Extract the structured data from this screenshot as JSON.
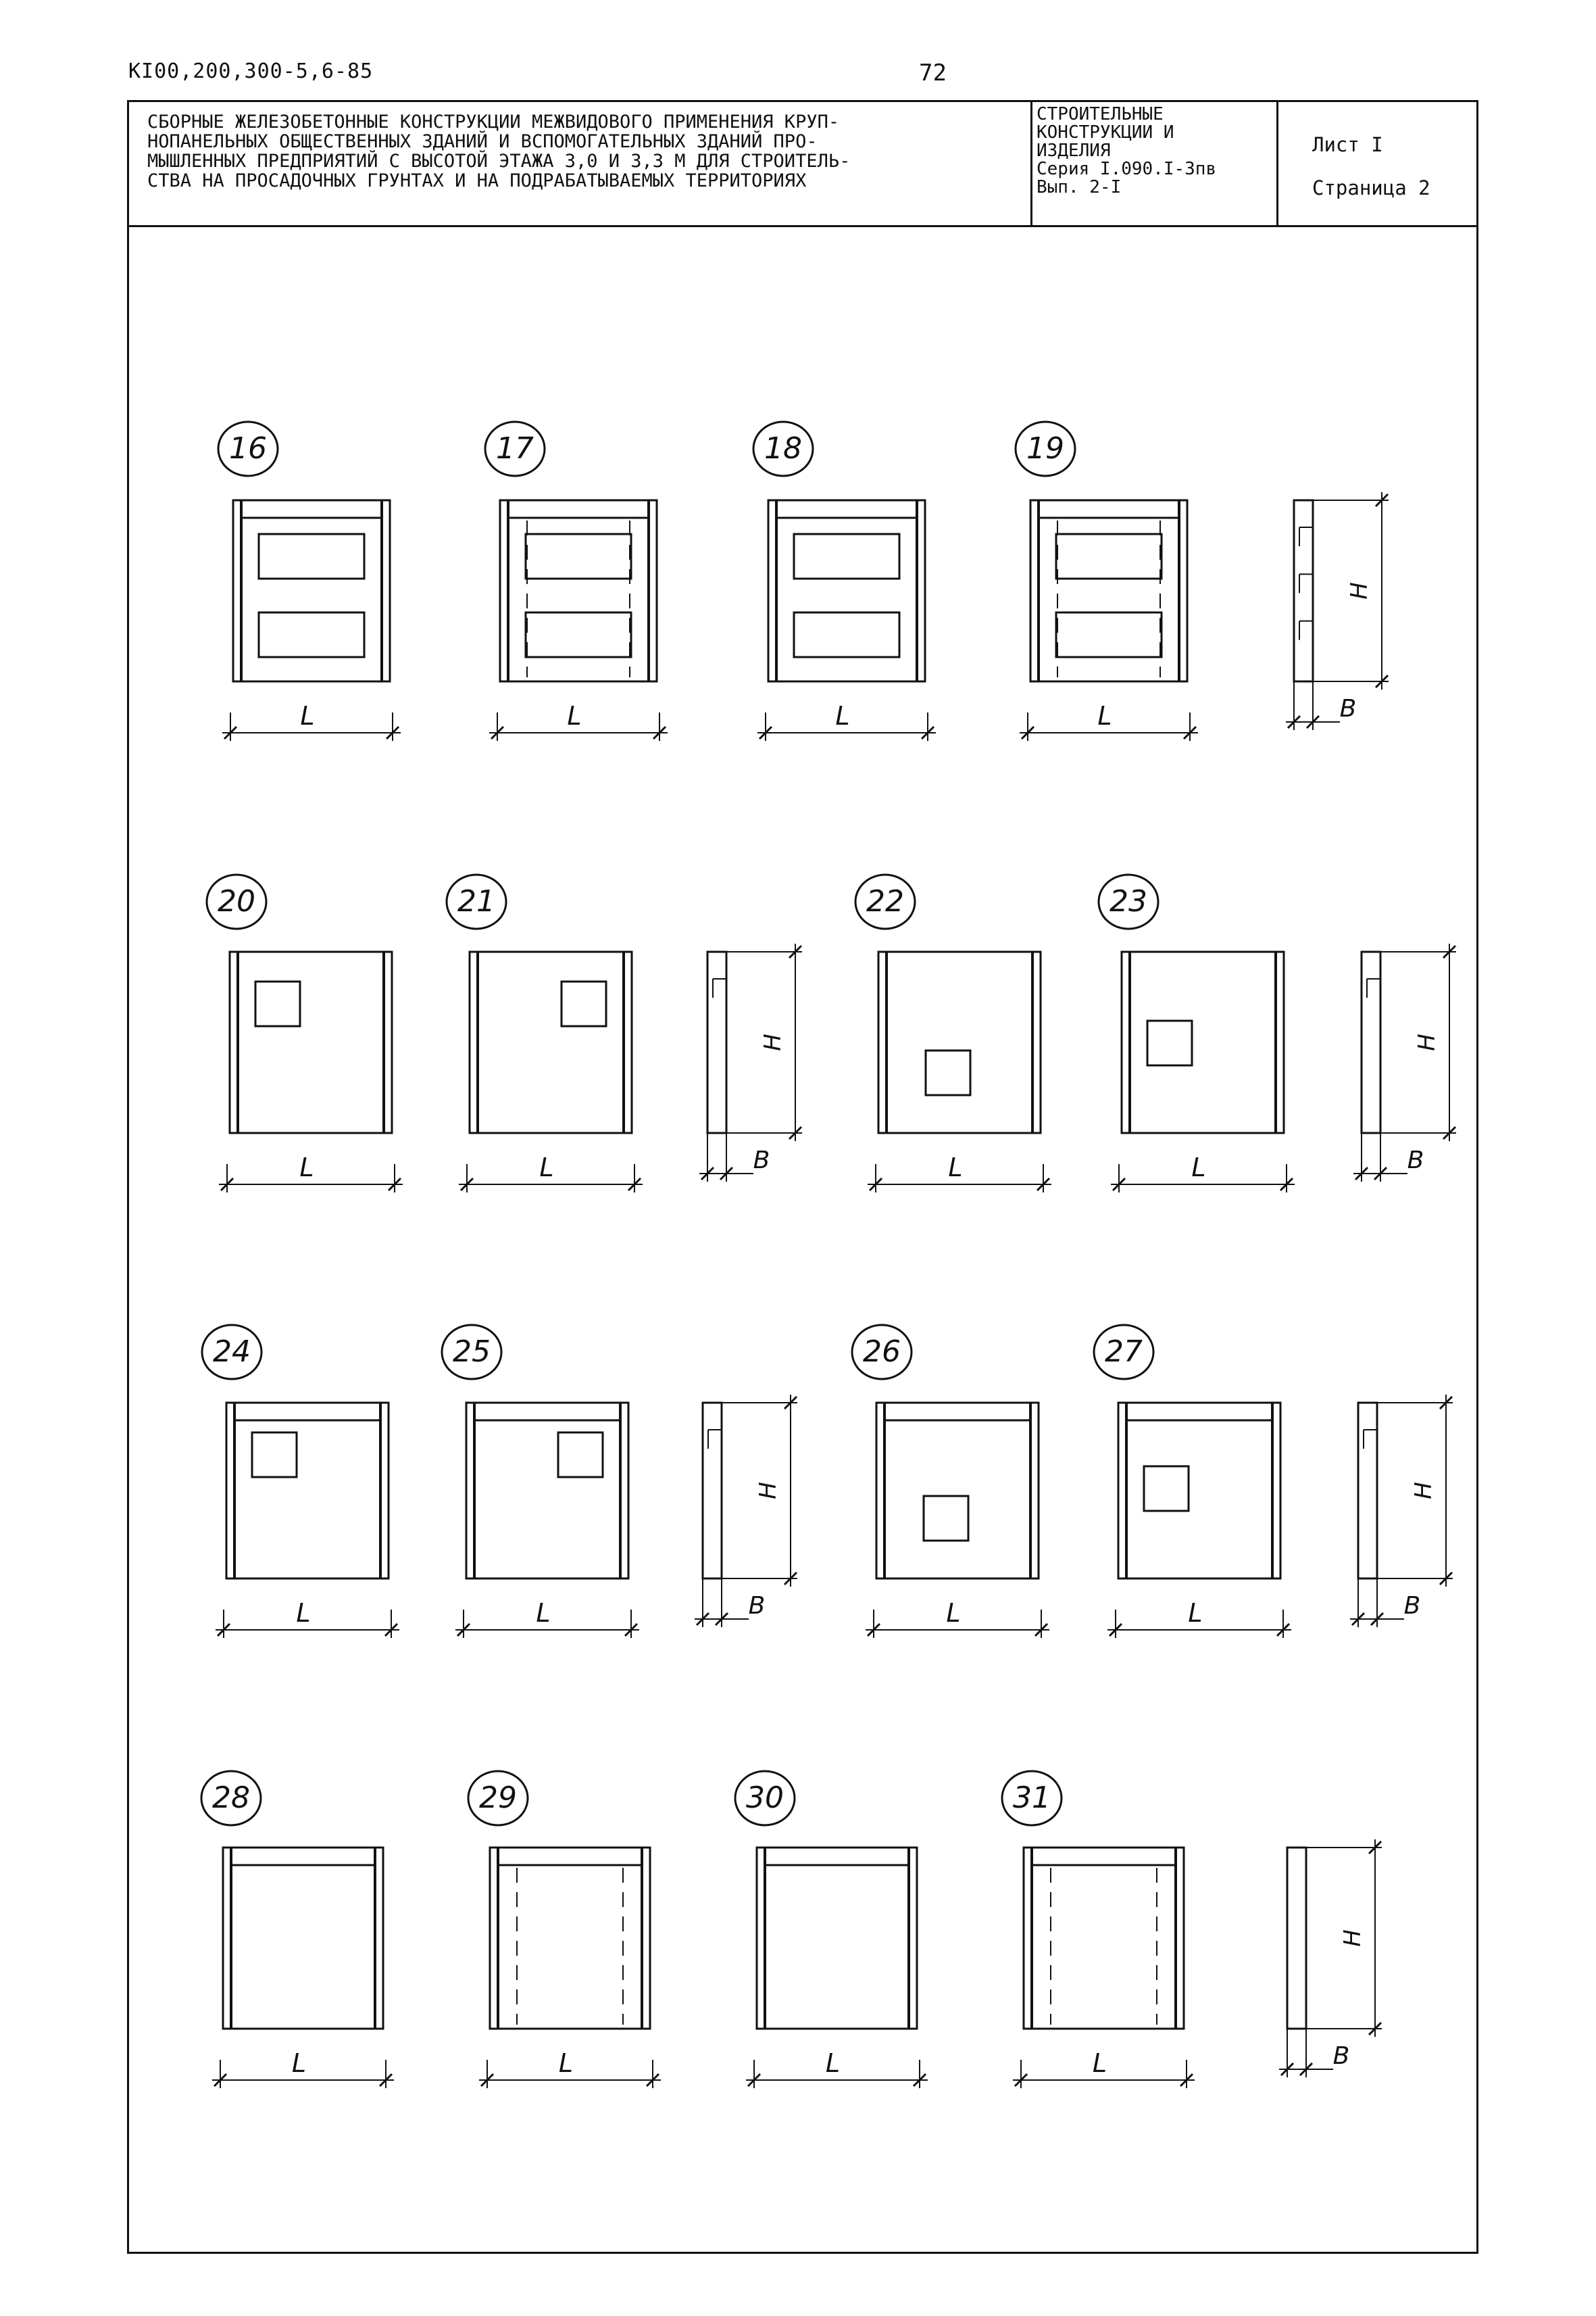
{
  "document": {
    "code": "КI00,200,300-5,6-85",
    "page_number": "72"
  },
  "title_block": {
    "title_lines": [
      "СБОРНЫЕ ЖЕЛЕЗОБЕТОННЫЕ КОНСТРУКЦИИ МЕЖВИДОВОГО ПРИМЕНЕНИЯ КРУП-",
      "НОПАНЕЛЬНЫХ ОБЩЕСТВЕННЫХ ЗДАНИЙ И ВСПОМОГАТЕЛЬНЫХ ЗДАНИЙ ПРО-",
      "МЫШЛЕННЫХ ПРЕДПРИЯТИЙ С ВЫСОТОЙ ЭТАЖА 3,0 И 3,3 М ДЛЯ СТРОИТЕЛЬ-",
      "СТВА НА ПРОСАДОЧНЫХ ГРУНТАХ И НА ПОДРАБАТЫВАЕМЫХ ТЕРРИТОРИЯХ"
    ],
    "series_lines": [
      "СТРОИТЕЛЬНЫЕ",
      "КОНСТРУКЦИИ И",
      "ИЗДЕЛИЯ",
      "Серия I.090.I-3пв",
      "Вып. 2-I"
    ],
    "sheet": "Лист I",
    "page": "Страница 2"
  },
  "dimension_labels": {
    "length": "L",
    "height": "H",
    "thickness": "B"
  },
  "panels": [
    {
      "number": "16",
      "type": "two-openings",
      "side_dashes": false
    },
    {
      "number": "17",
      "type": "two-openings",
      "side_dashes": true
    },
    {
      "number": "18",
      "type": "two-openings",
      "side_dashes": false
    },
    {
      "number": "19",
      "type": "two-openings",
      "side_dashes": true
    },
    {
      "number": "20",
      "type": "window-top-left",
      "top_band": false
    },
    {
      "number": "21",
      "type": "window-top-right",
      "top_band": false
    },
    {
      "number": "22",
      "type": "window-bottom-right",
      "top_band": false
    },
    {
      "number": "23",
      "type": "window-bottom-left",
      "top_band": false
    },
    {
      "number": "24",
      "type": "window-top-left",
      "top_band": true
    },
    {
      "number": "25",
      "type": "window-top-right",
      "top_band": true
    },
    {
      "number": "26",
      "type": "window-bottom-right",
      "top_band": true
    },
    {
      "number": "27",
      "type": "window-bottom-left",
      "top_band": true
    },
    {
      "number": "28",
      "type": "blank",
      "side_dashes": false
    },
    {
      "number": "29",
      "type": "blank",
      "side_dashes": true
    },
    {
      "number": "30",
      "type": "blank",
      "side_dashes": false
    },
    {
      "number": "31",
      "type": "blank",
      "side_dashes": true
    }
  ]
}
